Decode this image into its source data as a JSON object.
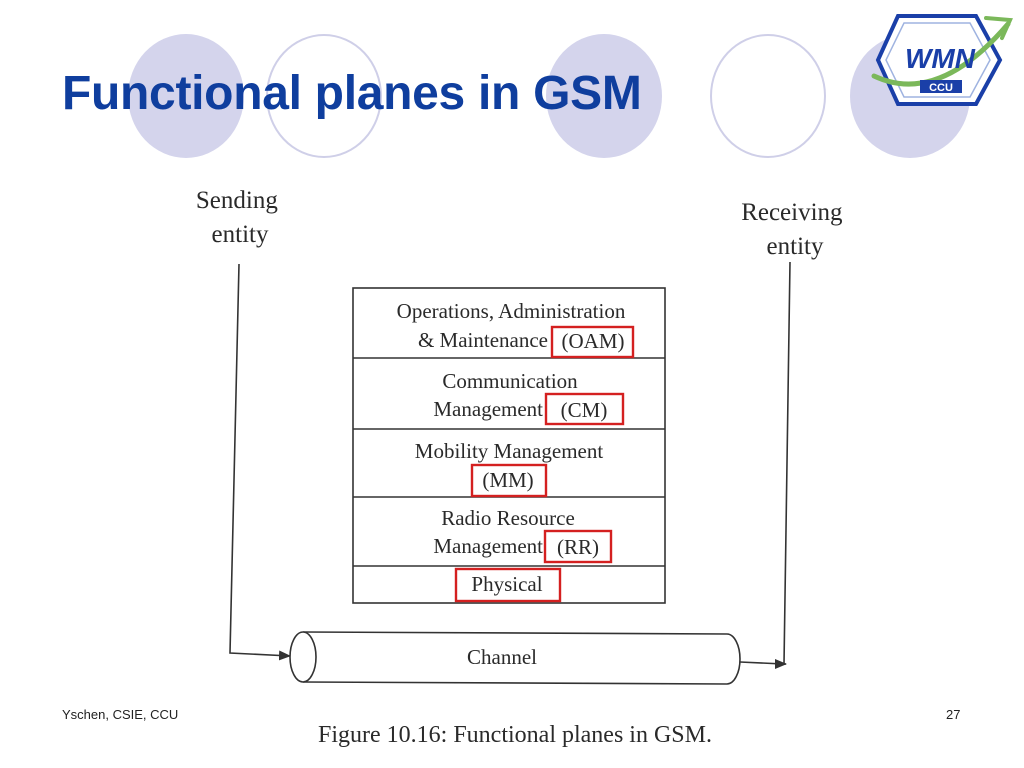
{
  "slide": {
    "title": "Functional planes in GSM",
    "footer_left": "Yschen, CSIE, CCU",
    "page_number": "27"
  },
  "logo": {
    "main_text": "WMN",
    "sub_text": "CCU",
    "accent_color": "#1a3fa8",
    "ring_color": "#7bb85a"
  },
  "diagram": {
    "sending_entity": [
      "Sending",
      "entity"
    ],
    "receiving_entity": [
      "Receiving",
      "entity"
    ],
    "layers": [
      {
        "line1": "Operations, Administration",
        "line2_prefix": "& Maintenance",
        "abbr": "(OAM)"
      },
      {
        "line1": "Communication",
        "line2_prefix": "Management",
        "abbr": "(CM)"
      },
      {
        "line1": "Mobility Management",
        "line2_prefix": "",
        "abbr": "(MM)"
      },
      {
        "line1": "Radio Resource",
        "line2_prefix": "Management",
        "abbr": "(RR)"
      },
      {
        "line1": "",
        "line2_prefix": "",
        "abbr": "Physical"
      }
    ],
    "channel_label": "Channel",
    "caption": "Figure 10.16: Functional planes in GSM.",
    "highlight_color": "#d42020"
  }
}
